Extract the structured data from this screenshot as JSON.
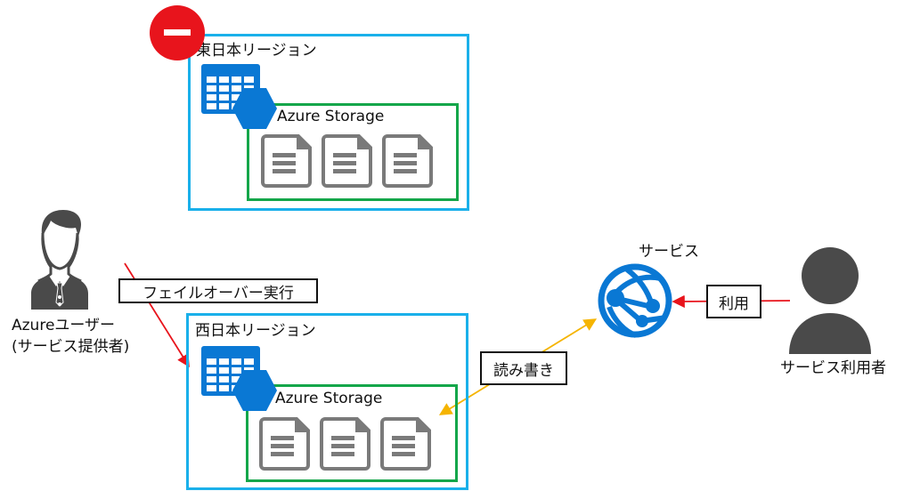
{
  "colors": {
    "region_border": "#1ab0ea",
    "storage_border": "#14a64a",
    "azure_blue": "#0a78d4",
    "doc_gray": "#7a7a7a",
    "person_gray": "#4a4a4a",
    "failover_arrow": "#e8141c",
    "readwrite_arrow": "#f5b400",
    "disabled_badge": "#e8141c"
  },
  "east_region": {
    "label": "東日本リージョン",
    "status_icon": "minus-circle-icon",
    "storage_label": "Azure Storage",
    "table_icon": "azure-table-icon",
    "storage_icon": "hexagon-icon",
    "documents": [
      "document-icon",
      "document-icon",
      "document-icon"
    ]
  },
  "west_region": {
    "label": "西日本リージョン",
    "storage_label": "Azure Storage",
    "table_icon": "azure-table-icon",
    "storage_icon": "hexagon-icon",
    "documents": [
      "document-icon",
      "document-icon",
      "document-icon"
    ]
  },
  "azure_user": {
    "icon": "business-person-icon",
    "label_line1": "Azureユーザー",
    "label_line2": "(サービス提供者)"
  },
  "service": {
    "icon": "web-app-globe-icon",
    "label": "サービス"
  },
  "service_user": {
    "icon": "person-icon",
    "label": "サービス利用者"
  },
  "connectors": {
    "failover": "フェイルオーバー実行",
    "read_write": "読み書き",
    "use": "利用"
  }
}
